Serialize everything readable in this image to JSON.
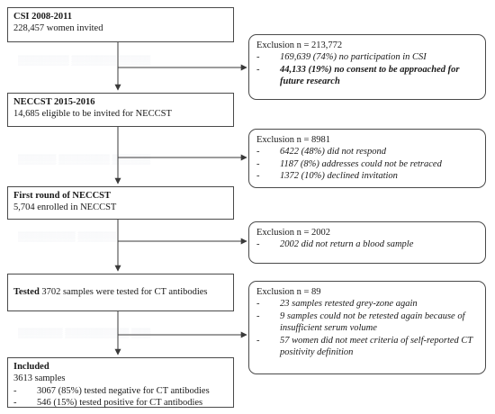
{
  "boxes": {
    "csi": {
      "title": "CSI 2008-2011",
      "line": "228,457 women invited"
    },
    "excl1": {
      "title": "Exclusion n = 213,772",
      "items": [
        "169,639 (74%) no participation in CSI",
        "44,133 (19%) no consent to be approached for future research"
      ]
    },
    "neccst": {
      "title": "NECCST 2015-2016",
      "line": "14,685 eligible to be invited for NECCST"
    },
    "excl2": {
      "title": "Exclusion n = 8981",
      "items": [
        "6422 (48%) did not respond",
        "1187 (8%) addresses could not be retraced",
        "1372 (10%) declined invitation"
      ]
    },
    "first": {
      "title": "First round of NECCST",
      "line": "5,704 enrolled in NECCST"
    },
    "excl3": {
      "title": "Exclusion n = 2002",
      "items": [
        "2002 did not return a blood sample"
      ]
    },
    "tested": {
      "title": "Tested",
      "line": "3702 samples were tested for CT antibodies"
    },
    "excl4": {
      "title": "Exclusion n = 89",
      "items": [
        "23 samples retested grey-zone again",
        "9 samples could not be retested again because of insufficient serum volume",
        "57 women did not meet criteria of self-reported CT positivity definition"
      ]
    },
    "included": {
      "title": "Included",
      "line": "3613 samples",
      "items": [
        "3067 (85%) tested negative for CT antibodies",
        "546 (15%) tested positive for CT antibodies"
      ]
    }
  },
  "dash": "-"
}
